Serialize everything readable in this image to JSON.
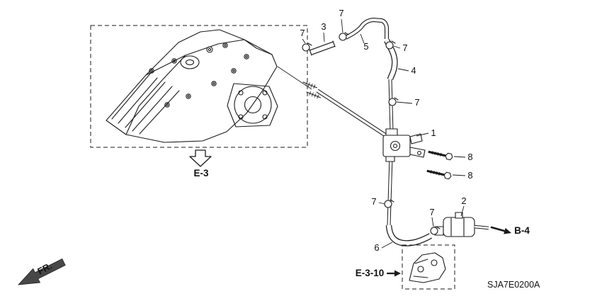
{
  "callouts": {
    "n7a": "7",
    "n3": "3",
    "n7b": "7",
    "n5": "5",
    "n7c": "7",
    "n4": "4",
    "n7d": "7",
    "n1": "1",
    "n8a": "8",
    "n8b": "8",
    "n7e": "7",
    "n2": "2",
    "n7f": "7",
    "n6": "6"
  },
  "refs": {
    "e3": "E-3",
    "e3_10": "E-3-10",
    "b4": "B-4",
    "fr": "FR."
  },
  "code": "SJA7E0200A",
  "colors": {
    "line": "#1a1a1a",
    "bg": "#ffffff"
  }
}
